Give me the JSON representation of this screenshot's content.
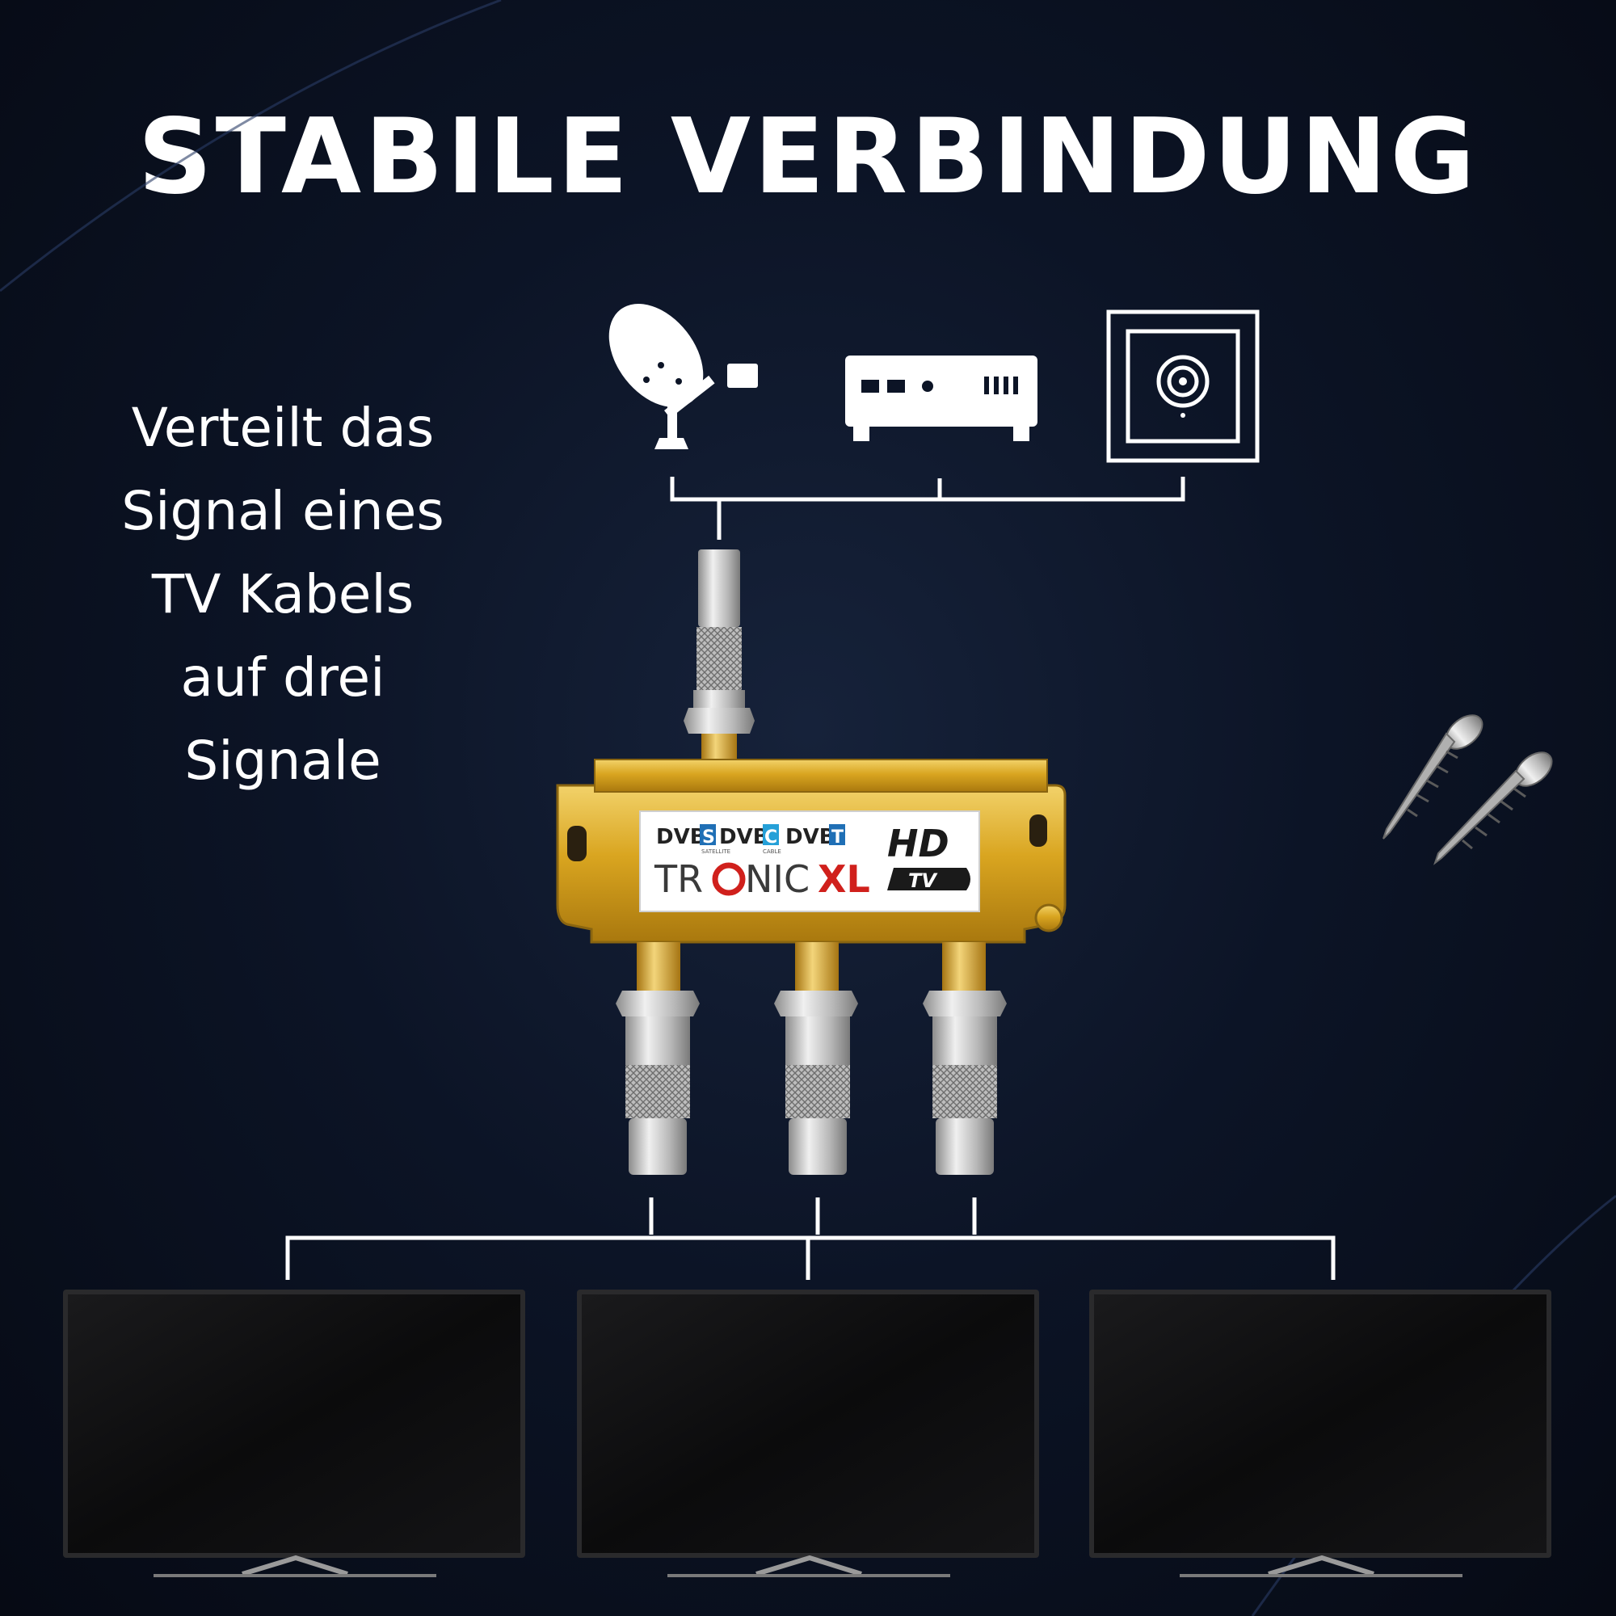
{
  "headline": "STABILE VERBINDUNG",
  "description_lines": [
    "Verteilt das",
    "Signal eines",
    "TV Kabels",
    "auf drei",
    "Signale"
  ],
  "source_icons": [
    "satellite-dish-icon",
    "receiver-box-icon",
    "wall-socket-icon"
  ],
  "product_label": {
    "badges": [
      {
        "prefix": "DVB",
        "letter": "S",
        "sub": "SATELLITE",
        "color": "#1f6fb5"
      },
      {
        "prefix": "DVB",
        "letter": "C",
        "sub": "CABLE",
        "color": "#25a0d8"
      },
      {
        "prefix": "DVB",
        "letter": "T",
        "sub": "",
        "color": "#1f6fb5"
      }
    ],
    "brand_prefix": "TR",
    "brand_middle": "NIC",
    "brand_suffix": "XL",
    "hd_text": "HD",
    "tv_text": "TV",
    "brand_accent": "#d0201c"
  },
  "colors": {
    "gold": "#d9a520",
    "silver": "#c8c8c8",
    "line": "#ffffff"
  },
  "output_devices": [
    "tv-1",
    "tv-2",
    "tv-3"
  ]
}
